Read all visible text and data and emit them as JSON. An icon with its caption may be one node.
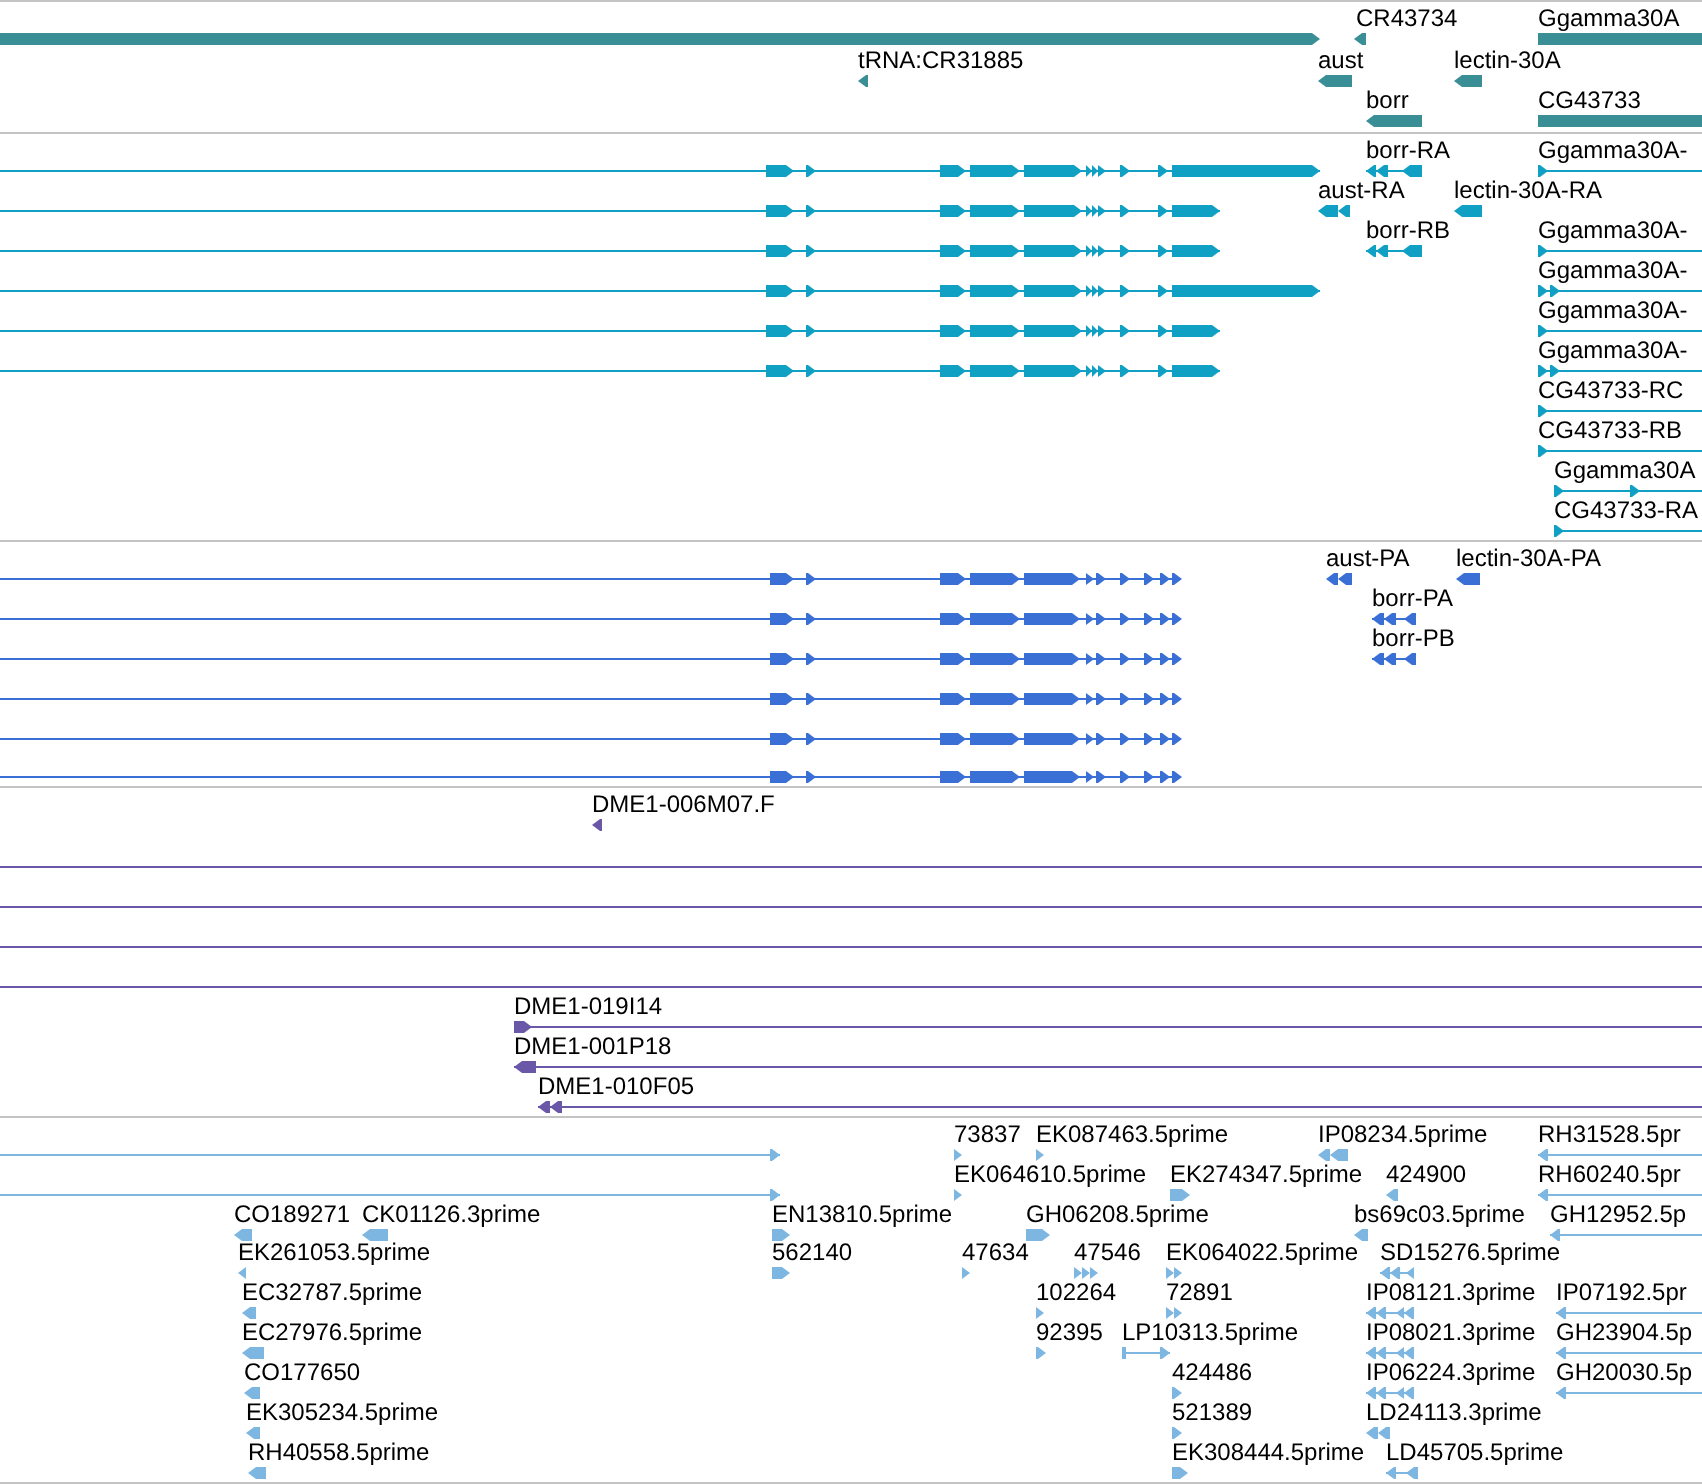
{
  "diagram": {
    "labels": [
      "CR43734",
      "Ggamma30A",
      "tRNA:CR31885",
      "aust",
      "lectin-30A",
      "borr",
      "CG43733",
      "borr-RA",
      "Ggamma30A-",
      "aust-RA",
      "lectin-30A-RA",
      "borr-RB",
      "Ggamma30A-",
      "Ggamma30A-",
      "Ggamma30A-",
      "Ggamma30A-",
      "CG43733-RC",
      "CG43733-RB",
      "Ggamma30A",
      "CG43733-RA",
      "aust-PA",
      "lectin-30A-PA",
      "borr-PA",
      "borr-PB",
      "DME1-006M07.F",
      "DME1-019I14",
      "DME1-001P18",
      "DME1-010F05",
      "73837",
      "EK087463.5prime",
      "IP08234.5prime",
      "RH31528.5pr",
      "EK064610.5prime",
      "EK274347.5prime",
      "424900",
      "RH60240.5pr",
      "CO189271",
      "CK01126.3prime",
      "EN13810.5prime",
      "GH06208.5prime",
      "bs69c03.5prime",
      "GH12952.5p",
      "EK261053.5prime",
      "562140",
      "47634",
      "47546",
      "EK064022.5prime",
      "SD15276.5prime",
      "EC32787.5prime",
      "102264",
      "72891",
      "IP08121.3prime",
      "IP07192.5pr",
      "EC27976.5prime",
      "92395",
      "LP10313.5prime",
      "IP08021.3prime",
      "GH23904.5p",
      "CO177650",
      "424486",
      "IP06224.3prime",
      "GH20030.5p",
      "EK305234.5prime",
      "521389",
      "LD24113.3prime",
      "RH40558.5prime",
      "EK308444.5prime",
      "LD45705.5prime"
    ]
  }
}
